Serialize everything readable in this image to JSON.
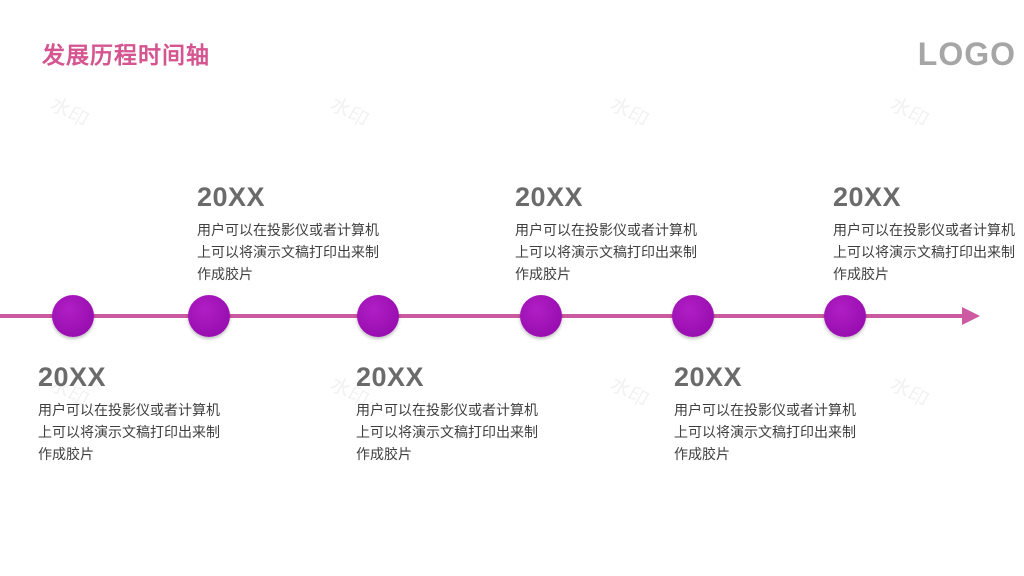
{
  "header": {
    "title": "发展历程时间轴",
    "logo": "LOGO"
  },
  "watermark": "水印",
  "timeline": {
    "items": [
      {
        "year": "20XX",
        "description": "用户可以在投影仪或者计算机上可以将演示文稿打印出来制作成胶片"
      },
      {
        "year": "20XX",
        "description": "用户可以在投影仪或者计算机上可以将演示文稿打印出来制作成胶片"
      },
      {
        "year": "20XX",
        "description": "用户可以在投影仪或者计算机上可以将演示文稿打印出来制作成胶片"
      },
      {
        "year": "20XX",
        "description": "用户可以在投影仪或者计算机上可以将演示文稿打印出来制作成胶片"
      },
      {
        "year": "20XX",
        "description": "用户可以在投影仪或者计算机上可以将演示文稿打印出来制作成胶片"
      },
      {
        "year": "20XX",
        "description": "用户可以在投影仪或者计算机上可以将演示文稿打印出来制作成胶片"
      }
    ]
  },
  "colors": {
    "title": "#d4558f",
    "axis": "#cc5aa0",
    "dot": "#9b0db5",
    "year": "#6b6b6b",
    "text": "#3f3f3f"
  }
}
